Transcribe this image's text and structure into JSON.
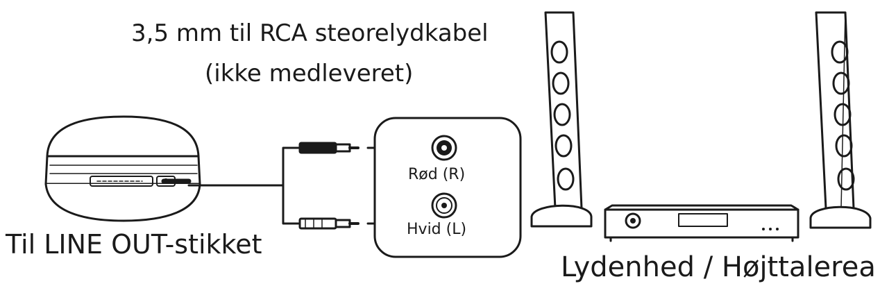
{
  "cable": {
    "title_line1": "3,5 mm til RCA steorelydkabel",
    "title_line2": "(ikke medleveret)"
  },
  "source": {
    "label": "Til LINE OUT-stikket"
  },
  "jacks": {
    "red": "Rød (R)",
    "white": "Hvid (L)"
  },
  "destination": {
    "label": "Lydenhed / Højttalerea"
  }
}
